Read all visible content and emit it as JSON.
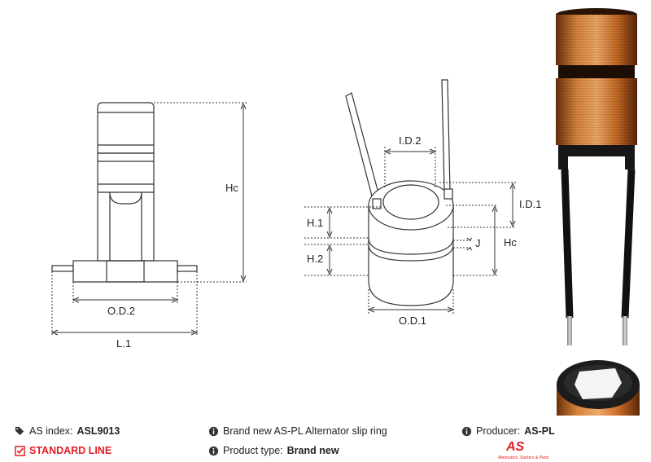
{
  "diagram": {
    "left_view": {
      "labels": {
        "hc": "Hc",
        "od2": "O.D.2",
        "l1": "L.1"
      }
    },
    "middle_view": {
      "labels": {
        "id2": "I.D.2",
        "id1": "I.D.1",
        "h1": "H.1",
        "h2": "H.2",
        "j": "J",
        "hc": "Hc",
        "od1": "O.D.1"
      }
    }
  },
  "footer": {
    "as_index_label": "AS index:",
    "as_index_value": "ASL9013",
    "standard_line": "STANDARD LINE",
    "description": "Brand new AS-PL Alternator slip ring",
    "product_type_label": "Product type:",
    "product_type_value": "Brand new",
    "producer_label": "Producer:",
    "producer_value": "AS-PL",
    "logo_text": "AS",
    "logo_tagline": "Alternators, Starters & Parts"
  },
  "colors": {
    "accent_red": "#e31e24",
    "copper": "#c8702a",
    "line": "#333333"
  },
  "icons": [
    "tags-icon",
    "check-square-icon",
    "info-circle-icon"
  ]
}
